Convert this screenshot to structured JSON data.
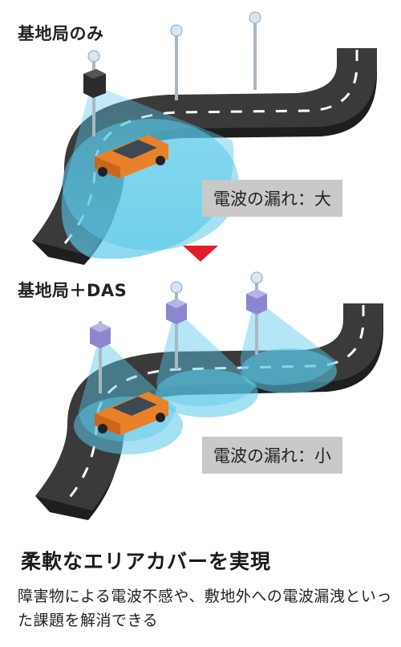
{
  "top_panel": {
    "title": "基地局のみ",
    "leak_label": "電波の漏れ：大"
  },
  "bottom_panel": {
    "title": "基地局＋DAS",
    "leak_label": "電波の漏れ：小"
  },
  "headline": "柔軟なエリアカバーを実現",
  "description": "障害物による電波不感や、敷地外への電波漏洩といった課題を解消できる",
  "colors": {
    "road": "#3a3a3a",
    "road_edge": "#1e1e1e",
    "signal": "#5ac8e8",
    "car": "#e8812a",
    "arrow": "#e41e26",
    "das_unit": "#8b86cf",
    "label_bg": "#c9c9c9"
  }
}
